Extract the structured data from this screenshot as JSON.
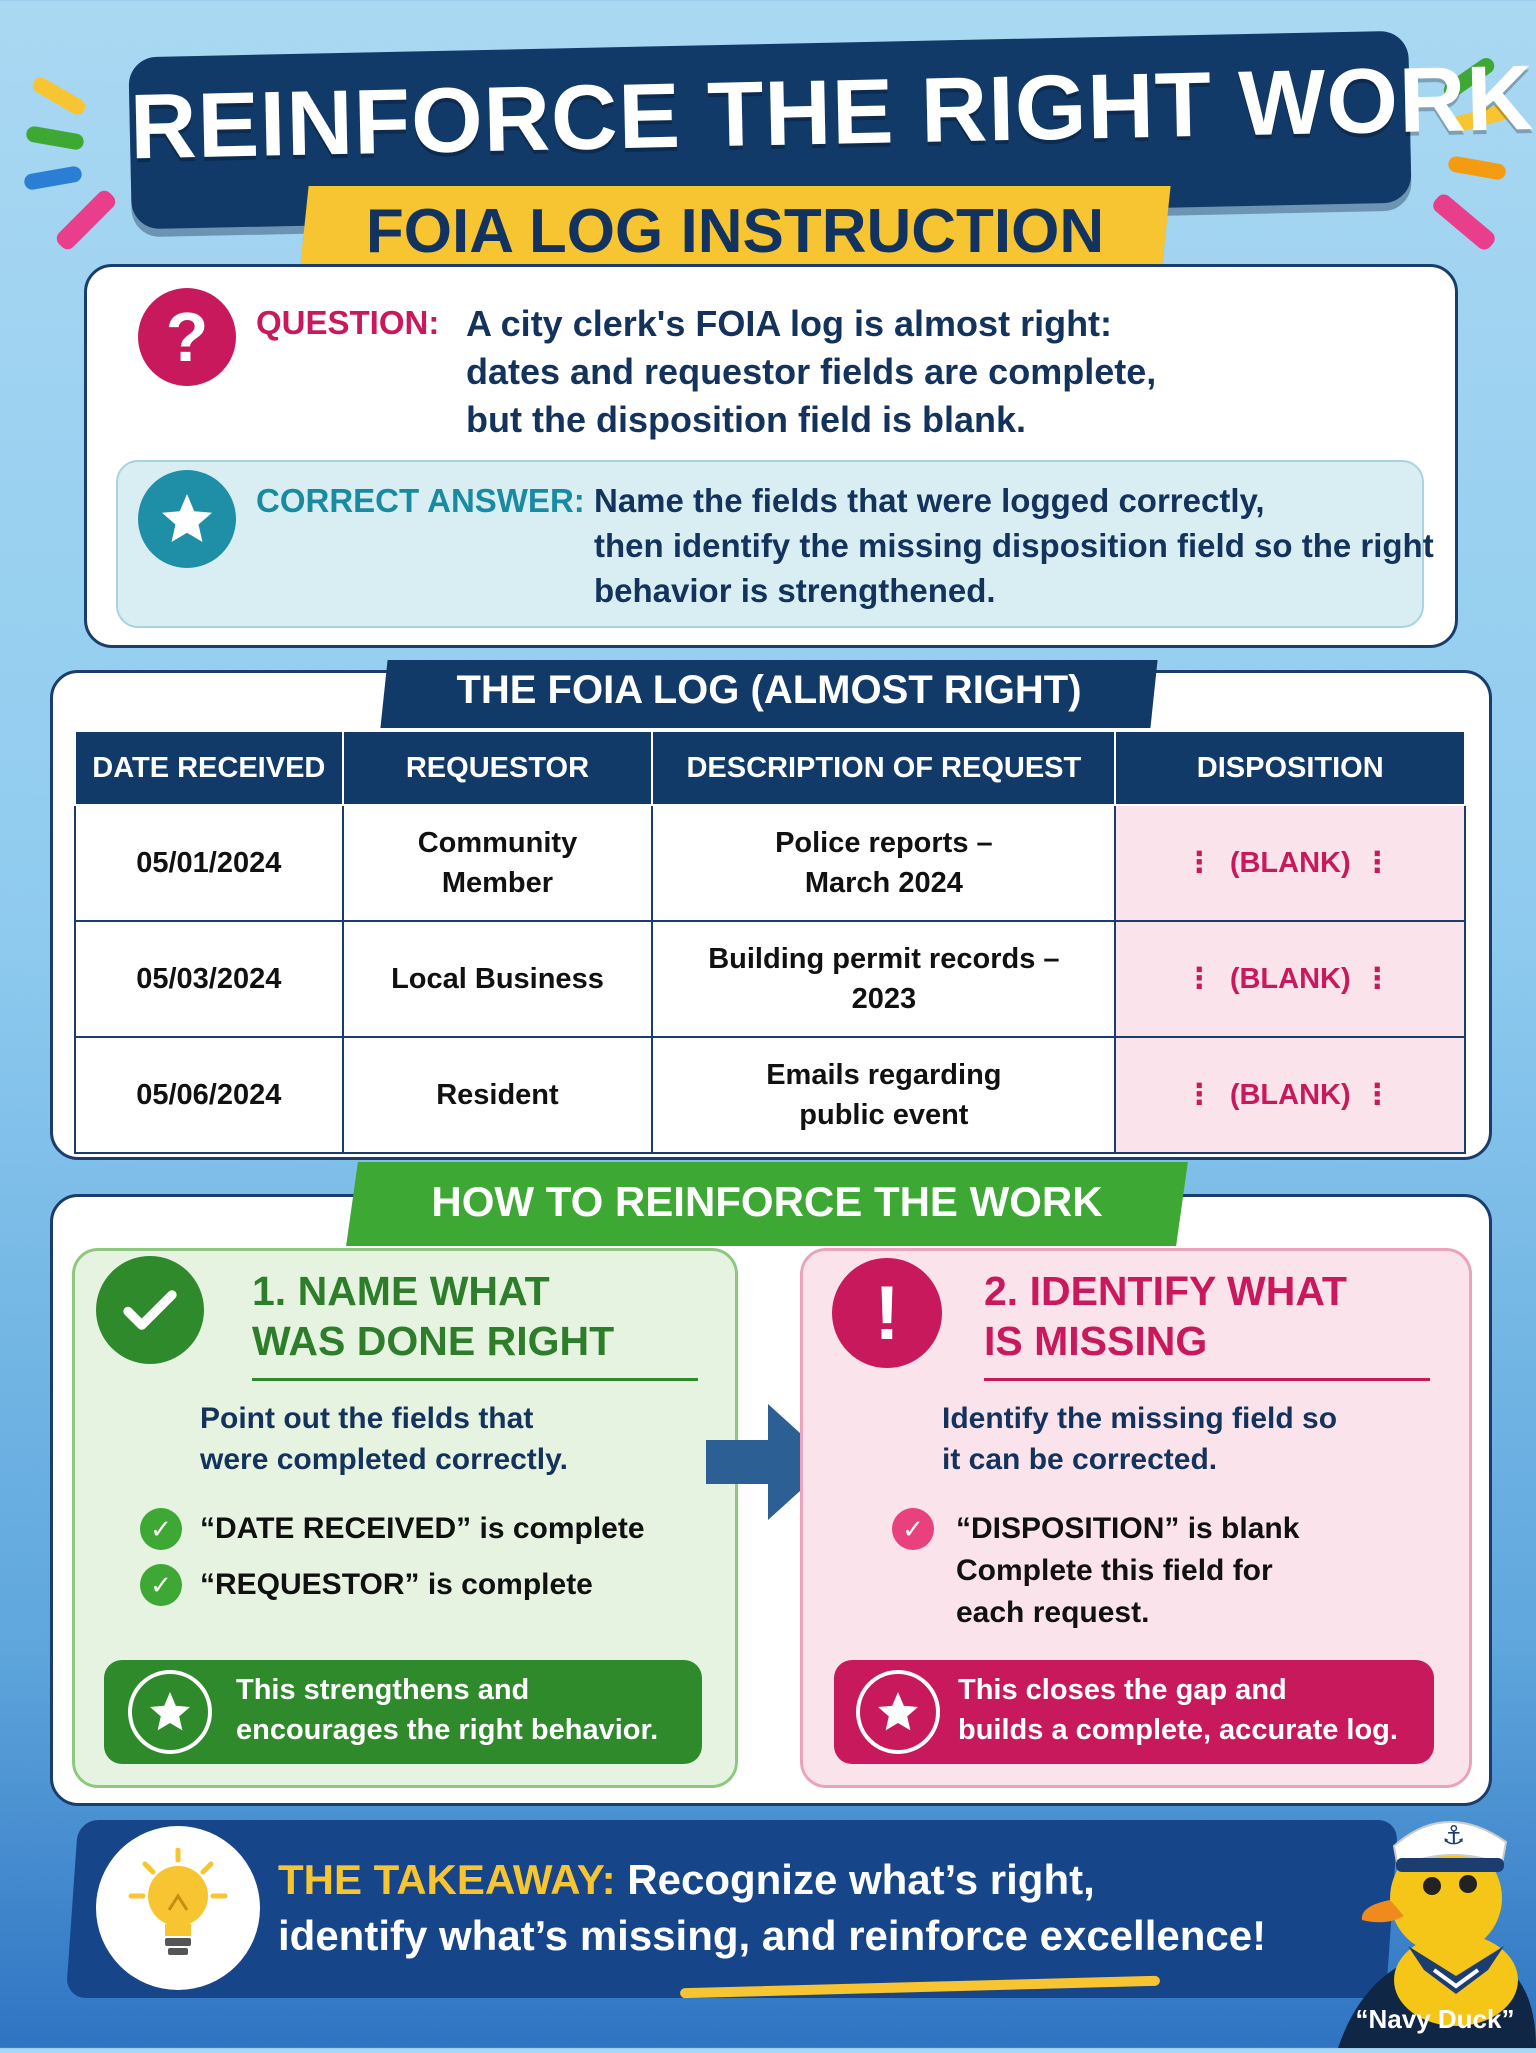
{
  "header": {
    "title": "REINFORCE THE RIGHT WORK!",
    "subtitle": "FOIA LOG INSTRUCTION"
  },
  "question": {
    "label": "QUESTION:",
    "lines": [
      "A city clerk's FOIA log is almost right:",
      "dates and requestor fields are complete,",
      "but the disposition field is blank."
    ]
  },
  "answer": {
    "label": "CORRECT ANSWER:",
    "lines": [
      "Name the fields that were logged correctly,",
      "then identify the missing disposition field so the right",
      "behavior is strengthened."
    ]
  },
  "log": {
    "title": "THE FOIA LOG (ALMOST RIGHT)",
    "headers": [
      "DATE RECEIVED",
      "REQUESTOR",
      "DESCRIPTION OF REQUEST",
      "DISPOSITION"
    ],
    "rows": [
      {
        "date": "05/01/2024",
        "requestor": [
          "Community",
          "Member"
        ],
        "description": [
          "Police reports –",
          "March 2024"
        ],
        "disposition": "(BLANK)"
      },
      {
        "date": "05/03/2024",
        "requestor": [
          "Local Business"
        ],
        "description": [
          "Building permit records –",
          "2023"
        ],
        "disposition": "(BLANK)"
      },
      {
        "date": "05/06/2024",
        "requestor": [
          "Resident"
        ],
        "description": [
          "Emails regarding",
          "public event"
        ],
        "disposition": "(BLANK)"
      }
    ]
  },
  "reinforce": {
    "title": "HOW TO REINFORCE THE WORK",
    "step1": {
      "heading": [
        "1. NAME WHAT",
        "WAS DONE RIGHT"
      ],
      "body": [
        "Point out the fields that",
        "were completed correctly."
      ],
      "checks": [
        "“DATE RECEIVED” is complete",
        "“REQUESTOR” is complete"
      ],
      "banner": [
        "This strengthens and",
        "encourages the right behavior."
      ]
    },
    "step2": {
      "heading": [
        "2. IDENTIFY WHAT",
        "IS MISSING"
      ],
      "body": [
        "Identify the missing field so",
        "it can be corrected."
      ],
      "checks": [
        "“DISPOSITION” is blank",
        "Complete this field for",
        "each request."
      ],
      "banner": [
        "This closes the gap and",
        "builds a complete, accurate log."
      ]
    }
  },
  "takeaway": {
    "label": "THE TAKEAWAY:",
    "line1": "Recognize what’s right,",
    "line2": "identify what’s missing, and reinforce excellence!"
  },
  "mascot": {
    "caption": "“Navy Duck”"
  },
  "colors": {
    "navy": "#123a68",
    "pink": "#c8195c",
    "green": "#3ea834",
    "yellow": "#f7c531",
    "teal": "#1f8fa7"
  }
}
